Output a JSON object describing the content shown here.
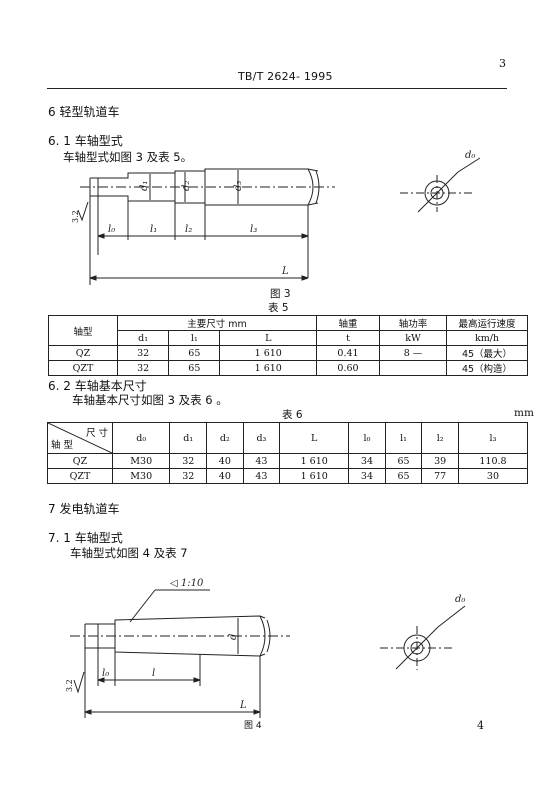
{
  "header": {
    "page_number": "3",
    "standard_code": "TB/T  2624- 1995"
  },
  "section6": {
    "heading": "6   轻型轨道车",
    "sub1_heading": "6. 1   车轴型式",
    "sub1_text": "车轴型式如图 3 及表 5。",
    "figure3": {
      "caption": "图 3",
      "labels": [
        "d₀",
        "d₁",
        "d₂",
        "d₃",
        "l₀",
        "l₁",
        "l₂",
        "l₃",
        "L",
        "3.2"
      ]
    },
    "table5": {
      "title": "表 5",
      "header1": [
        "轴型",
        "主要尺寸  mm",
        "轴重",
        "轴功率",
        "最高运行速度"
      ],
      "header2": [
        "d₁",
        "l₁",
        "L",
        "t",
        "kW",
        "km/h"
      ],
      "rows": [
        [
          "QZ",
          "32",
          "65",
          "1 610",
          "0.41",
          "8 —",
          "45（最大）"
        ],
        [
          "QZT",
          "32",
          "65",
          "1 610",
          "0.60",
          "",
          "45（构造）"
        ]
      ]
    },
    "sub2_heading": "6. 2   车轴基本尺寸",
    "sub2_text": "车轴基本尺寸如图 3 及表 6 。",
    "table6": {
      "title": "表 6",
      "unit": "mm",
      "diag_top": "尺  寸",
      "diag_bottom": "轴  型",
      "columns": [
        "d₀",
        "d₁",
        "d₂",
        "d₃",
        "L",
        "l₀",
        "l₁",
        "l₂",
        "l₃"
      ],
      "rows": [
        [
          "QZ",
          "M30",
          "32",
          "40",
          "43",
          "1 610",
          "34",
          "65",
          "39",
          "110.8"
        ],
        [
          "QZT",
          "M30",
          "32",
          "40",
          "43",
          "1 610",
          "34",
          "65",
          "77",
          "30"
        ]
      ]
    }
  },
  "section7": {
    "heading": "7   发电轨道车",
    "sub1_heading": "7. 1   车轴型式",
    "sub1_text": "车轴型式如图 4 及表 7",
    "figure4": {
      "caption": "图 4",
      "labels": [
        "1:10",
        "d",
        "d₀",
        "l₀",
        "l",
        "L",
        "3.2"
      ]
    }
  },
  "footer": {
    "page_number": "4"
  }
}
